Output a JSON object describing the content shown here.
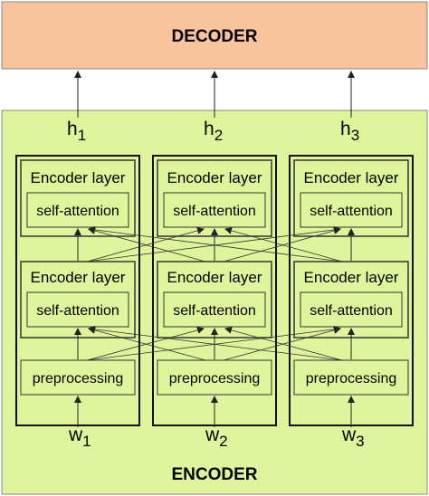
{
  "decoder": {
    "label": "DECODER"
  },
  "encoder": {
    "label": "ENCODER"
  },
  "columns": [
    {
      "output": "h",
      "output_sub": "1",
      "input": "w",
      "input_sub": "1"
    },
    {
      "output": "h",
      "output_sub": "2",
      "input": "w",
      "input_sub": "2"
    },
    {
      "output": "h",
      "output_sub": "3",
      "input": "w",
      "input_sub": "3"
    }
  ],
  "blocks": {
    "encoder_layer": "Encoder layer",
    "self_attention": "self-attention",
    "preprocessing": "preprocessing"
  },
  "colors": {
    "decoder_fill": "#f9c39b",
    "encoder_fill": "#def59b",
    "stroke": "#333333",
    "arrow": "#222222"
  }
}
